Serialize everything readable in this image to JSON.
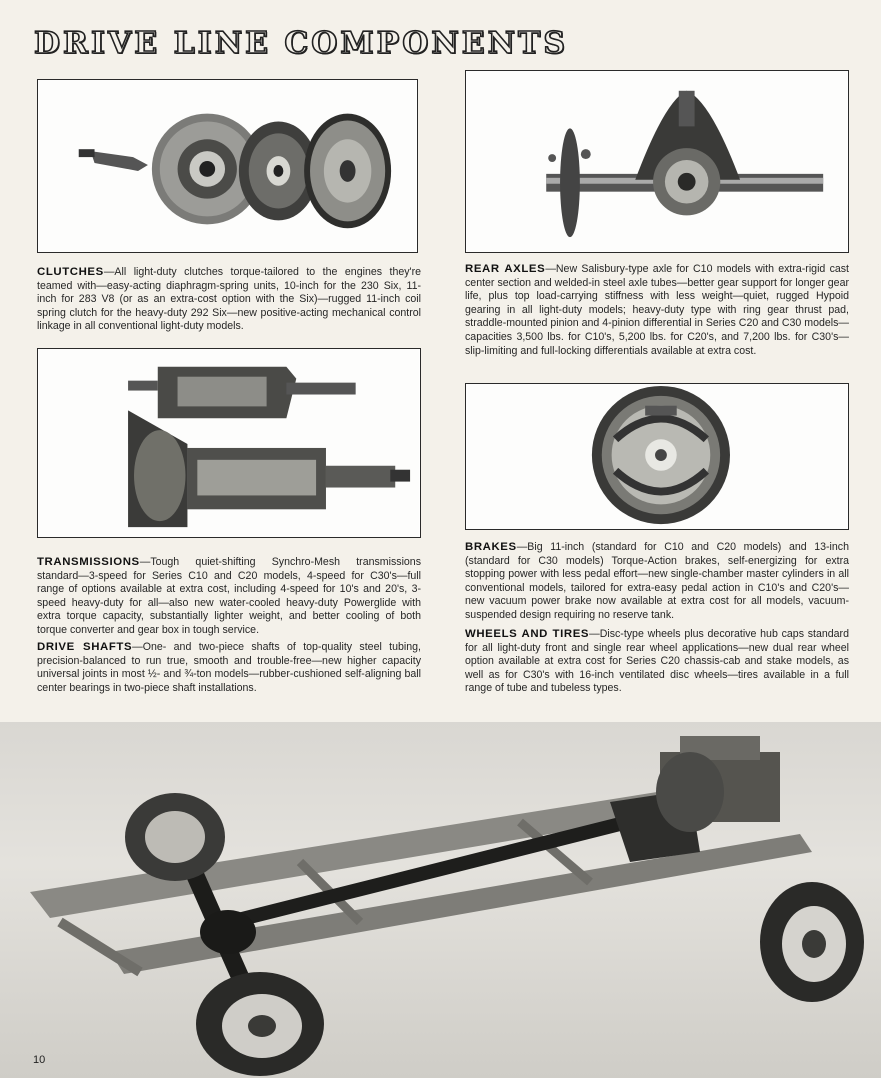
{
  "page": {
    "title": "DRIVE LINE COMPONENTS",
    "page_number": "10"
  },
  "sections": {
    "clutches": {
      "heading": "CLUTCHES",
      "body": "—All light-duty clutches torque-tailored to the engines they're teamed with—easy-acting diaphragm-spring units, 10-inch for the 230 Six, 11-inch for 283 V8 (or as an extra-cost option with the Six)—rugged 11-inch coil spring clutch for the heavy-duty 292 Six—new positive-acting mechanical control linkage in all conventional light-duty models."
    },
    "rear_axles": {
      "heading": "REAR AXLES",
      "body": "—New Salisbury-type axle for C10 models with extra-rigid cast center section and welded-in steel axle tubes—better gear support for longer gear life, plus top load-carrying stiffness with less weight—quiet, rugged Hypoid gearing in all light-duty models; heavy-duty type with ring gear thrust pad, straddle-mounted pinion and 4-pinion differential in Series C20 and C30 models—capacities 3,500 lbs. for C10's, 5,200 lbs. for C20's, and 7,200 lbs. for C30's—slip-limiting and full-locking differentials available at extra cost."
    },
    "transmissions": {
      "heading": "TRANSMISSIONS",
      "body": "—Tough quiet-shifting Synchro-Mesh transmissions standard—3-speed for Series C10 and C20 models, 4-speed for C30's—full range of options available at extra cost, including 4-speed for 10's and 20's, 3-speed heavy-duty for all—also new water-cooled heavy-duty Powerglide with extra torque capacity, substantially lighter weight, and better cooling of both torque converter and gear box in tough service."
    },
    "brakes": {
      "heading": "BRAKES",
      "body": "—Big 11-inch (standard for C10 and C20 models) and 13-inch (standard for C30 models) Torque-Action brakes, self-energizing for extra stopping power with less pedal effort—new single-chamber master cylinders in all conventional models, tailored for extra-easy pedal action in C10's and C20's—new vacuum power brake now available at extra cost for all models, vacuum-suspended design requiring no reserve tank."
    },
    "drive_shafts": {
      "heading": "DRIVE SHAFTS",
      "body": "—One- and two-piece shafts of top-quality steel tubing, precision-balanced to run true, smooth and trouble-free—new higher capacity universal joints in most ½- and ¾-ton models—rubber-cushioned self-aligning ball center bearings in two-piece shaft installations."
    },
    "wheels_tires": {
      "heading": "WHEELS AND TIRES",
      "body": "—Disc-type wheels plus decorative hub caps standard for all light-duty front and single rear wheel applications—new dual rear wheel option available at extra cost for Series C20 chassis-cab and stake models, as well as for C30's with 16-inch ventilated disc wheels—tires available in a full range of tube and tubeless types."
    }
  }
}
